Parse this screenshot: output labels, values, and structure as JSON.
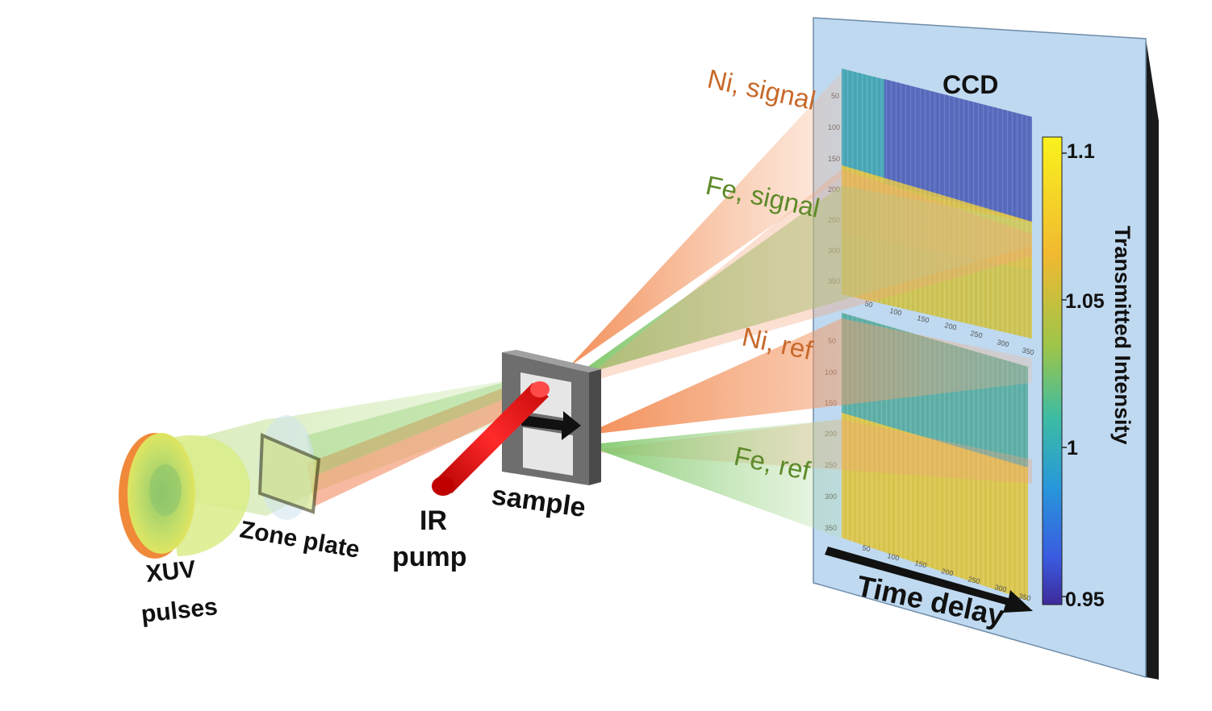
{
  "labels": {
    "xuv": "XUV",
    "pulses": "pulses",
    "zone_plate": "Zone plate",
    "ir": "IR",
    "pump": "pump",
    "sample": "sample",
    "ni_signal": "Ni, signal",
    "fe_signal": "Fe, signal",
    "ni_ref": "Ni, ref",
    "fe_ref": "Fe, ref",
    "ccd": "CCD",
    "time_delay": "Time delay",
    "colorbar_title": "Transmitted Intensity"
  },
  "colorbar": {
    "ticks": [
      "1.1",
      "1.05",
      "1",
      "0.95"
    ],
    "min": 0.95,
    "max": 1.1
  },
  "ccd_axes": {
    "x_ticks": [
      "50",
      "100",
      "150",
      "200",
      "250",
      "300",
      "350"
    ],
    "y_ticks": [
      "50",
      "100",
      "150",
      "200",
      "250",
      "300",
      "350"
    ]
  },
  "colors": {
    "ni_beam": "#f0915a",
    "fe_beam": "#8cc86e",
    "ir_beam": "#e01818",
    "ccd_panel": "#bcd8f0",
    "ni_label": "#c8692a",
    "fe_label": "#5e8a2a"
  }
}
